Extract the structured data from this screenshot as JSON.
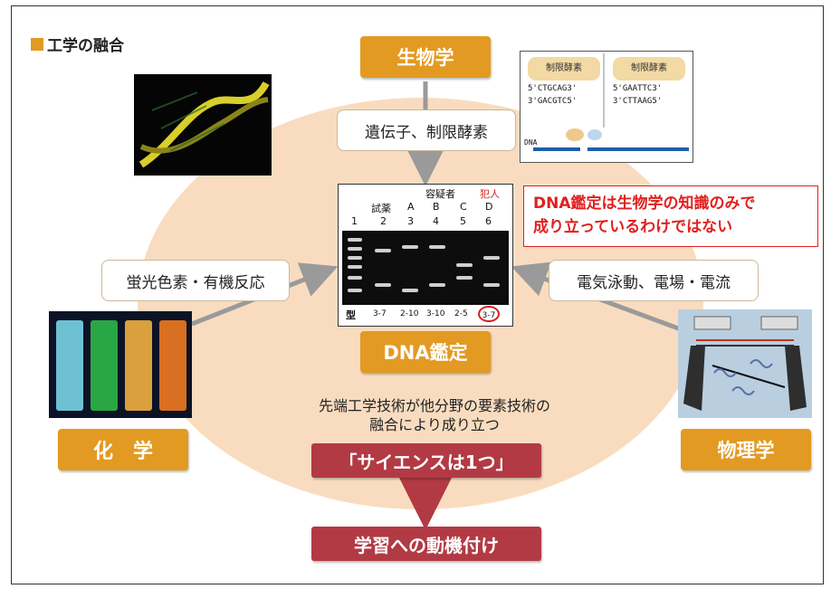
{
  "title": "工学の融合",
  "nodes": {
    "biology": "生物学",
    "chemistry": "化　学",
    "physics": "物理学",
    "dna_analysis": "DNA鑑定"
  },
  "links": {
    "biology_link": "遺伝子、制限酵素",
    "chemistry_link": "蛍光色素・有機反応",
    "physics_link": "電気泳動、電場・電流"
  },
  "claim": [
    "DNA鑑定は生物学の知識のみで",
    "成り立っているわけではない"
  ],
  "caption": [
    "先端工学技術が他分野の要素技術の",
    "融合により成り立つ"
  ],
  "science_one": "「サイエンスは1つ」",
  "motivation": "学習への動機付け",
  "gel": {
    "header_suspects": "容疑者",
    "header_culprit": "犯人",
    "reagent": "試薬",
    "col_letters": [
      "A",
      "B",
      "C",
      "D"
    ],
    "lane_numbers": [
      "1",
      "2",
      "3",
      "4",
      "5",
      "6"
    ],
    "type_label": "型",
    "type_values": [
      "3-7",
      "2-10",
      "3-10",
      "2-5",
      "3-7"
    ]
  },
  "dna_diagram": {
    "enzyme1": "制限酵素",
    "enzyme2": "制限酵素",
    "seq1_top": "5'CTGCAG3'",
    "seq1_bottom": "3'GACGTC5'",
    "seq2_top": "5'GAATTC3'",
    "seq2_bottom": "3'CTTAAG5'",
    "dna_label": "DNA"
  },
  "colors": {
    "orange": "#e39a22",
    "crimson": "#b23a44",
    "ellipse": "#f9dcc0",
    "claim_red": "#e02020"
  }
}
